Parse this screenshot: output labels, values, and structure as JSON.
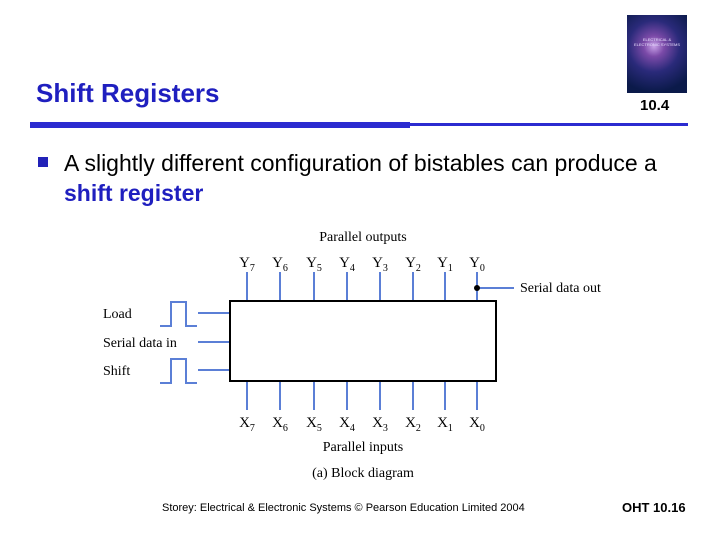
{
  "slide": {
    "title": "Shift Registers",
    "section_number": "10.4",
    "cover_text": "ELECTRICAL & ELECTRONIC SYSTEMS"
  },
  "bullet": {
    "text_before": "A slightly different configuration of bistables can produce a ",
    "highlight": "shift register"
  },
  "diagram": {
    "top_label": "Parallel outputs",
    "bottom_label": "Parallel inputs",
    "caption": "(a) Block diagram",
    "serial_out_label": "Serial data out",
    "inputs": [
      "Load",
      "Serial data in",
      "Shift"
    ],
    "outputs": [
      {
        "letter": "Y",
        "sub": "7"
      },
      {
        "letter": "Y",
        "sub": "6"
      },
      {
        "letter": "Y",
        "sub": "5"
      },
      {
        "letter": "Y",
        "sub": "4"
      },
      {
        "letter": "Y",
        "sub": "3"
      },
      {
        "letter": "Y",
        "sub": "2"
      },
      {
        "letter": "Y",
        "sub": "1"
      },
      {
        "letter": "Y",
        "sub": "0"
      }
    ],
    "parallel_in": [
      {
        "letter": "X",
        "sub": "7"
      },
      {
        "letter": "X",
        "sub": "6"
      },
      {
        "letter": "X",
        "sub": "5"
      },
      {
        "letter": "X",
        "sub": "4"
      },
      {
        "letter": "X",
        "sub": "3"
      },
      {
        "letter": "X",
        "sub": "2"
      },
      {
        "letter": "X",
        "sub": "1"
      },
      {
        "letter": "X",
        "sub": "0"
      }
    ]
  },
  "footer": {
    "credit": "Storey: Electrical & Electronic Systems © Pearson Education Limited 2004",
    "page": "OHT 10.16"
  },
  "colors": {
    "accent": "#1f1fbf",
    "rule": "#2b2bd0",
    "diagram_line": "#5b7fd6"
  }
}
